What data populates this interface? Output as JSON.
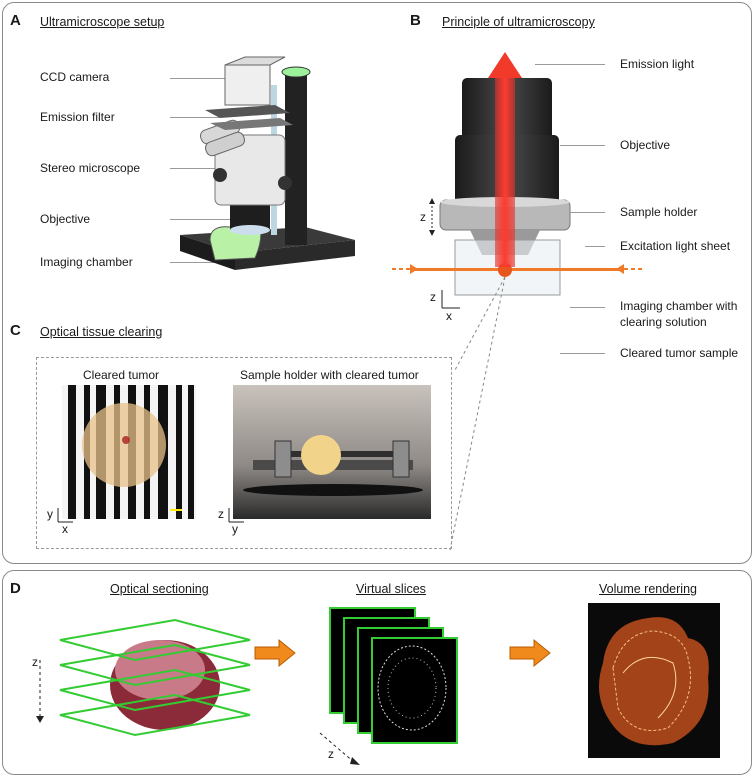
{
  "panel_a": {
    "letter": "A",
    "title": "Ultramicroscope setup",
    "labels": {
      "ccd_camera": "CCD camera",
      "emission_filter": "Emission filter",
      "stereo_microscope": "Stereo microscope",
      "objective": "Objective",
      "imaging_chamber": "Imaging chamber"
    }
  },
  "panel_b": {
    "letter": "B",
    "title": "Principle of ultramicroscopy",
    "labels": {
      "emission_light": "Emission light",
      "objective": "Objective",
      "sample_holder": "Sample holder",
      "excitation_light_sheet": "Excitation light sheet",
      "imaging_chamber_line1": "Imaging chamber with",
      "imaging_chamber_line2": "clearing solution",
      "cleared_tumor_sample": "Cleared tumor sample"
    },
    "axis_z": "z",
    "axis_x": "x"
  },
  "panel_c": {
    "letter": "C",
    "title": "Optical tissue clearing",
    "photo1_title": "Cleared tumor",
    "photo2_title": "Sample holder with cleared tumor",
    "photo1_axes": {
      "vertical": "y",
      "horizontal": "x"
    },
    "photo2_axes": {
      "vertical": "z",
      "horizontal": "y"
    }
  },
  "panel_d": {
    "letter": "D",
    "step1_title": "Optical sectioning",
    "step2_title": "Virtual slices",
    "step3_title": "Volume rendering",
    "axis_z_step1": "z",
    "axis_z_step2": "z"
  },
  "colors": {
    "frame": "#8a8a8a",
    "light_sheet": "#f07a28",
    "emission_red": "#e5302a",
    "slice_green": "#33cc33",
    "arrow_orange": "#f08a1c",
    "leader_gray": "#9a9a9a"
  }
}
